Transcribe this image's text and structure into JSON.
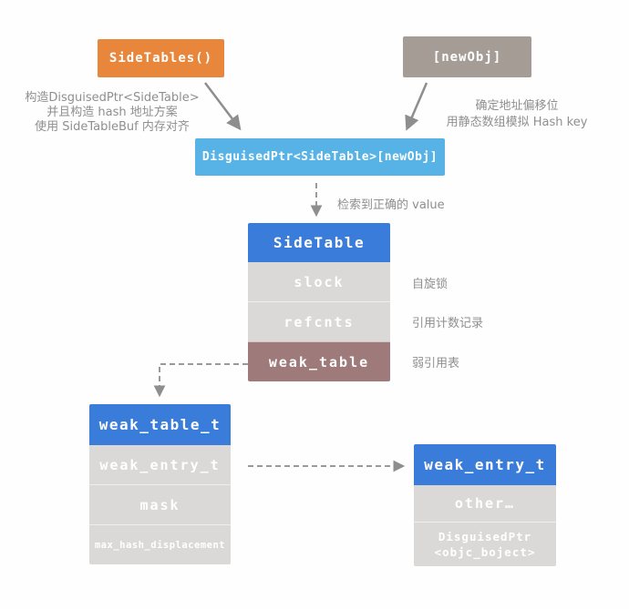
{
  "colors": {
    "orange": "#e8873c",
    "taupe": "#a59c95",
    "light_blue": "#57b3e6",
    "header_blue": "#3a7cd9",
    "row_gray": "#dad9d8",
    "mauve": "#9e7a7a",
    "arrow_gray": "#8e8e8e"
  },
  "top": {
    "side_tables_label": "SideTables()",
    "new_obj_label": "[newObj]",
    "disguised_ptr_label": "DisguisedPtr<SideTable>[newObj]"
  },
  "notes": {
    "left": {
      "line1": "构造DisguisedPtr<SideTable>",
      "line2": "并且构造 hash 地址方案",
      "line3": "使用 SideTableBuf 内存对齐"
    },
    "right": {
      "line1": "确定地址偏移位",
      "line2": "用静态数组模拟 Hash key"
    },
    "retrieve": "检索到正确的 value"
  },
  "side_table": {
    "title": "SideTable",
    "rows": [
      {
        "label": "slock",
        "note": "自旋锁"
      },
      {
        "label": "refcnts",
        "note": "引用计数记录"
      },
      {
        "label": "weak_table",
        "note": "弱引用表"
      }
    ]
  },
  "weak_table_t": {
    "title": "weak_table_t",
    "rows": [
      {
        "label": "weak_entry_t"
      },
      {
        "label": "mask"
      },
      {
        "label": "max_hash_displacement"
      }
    ]
  },
  "weak_entry_t": {
    "title": "weak_entry_t",
    "rows": [
      {
        "label": "other…"
      },
      {
        "label_line1": "DisguisedPtr",
        "label_line2": "<objc_boject>"
      }
    ]
  }
}
